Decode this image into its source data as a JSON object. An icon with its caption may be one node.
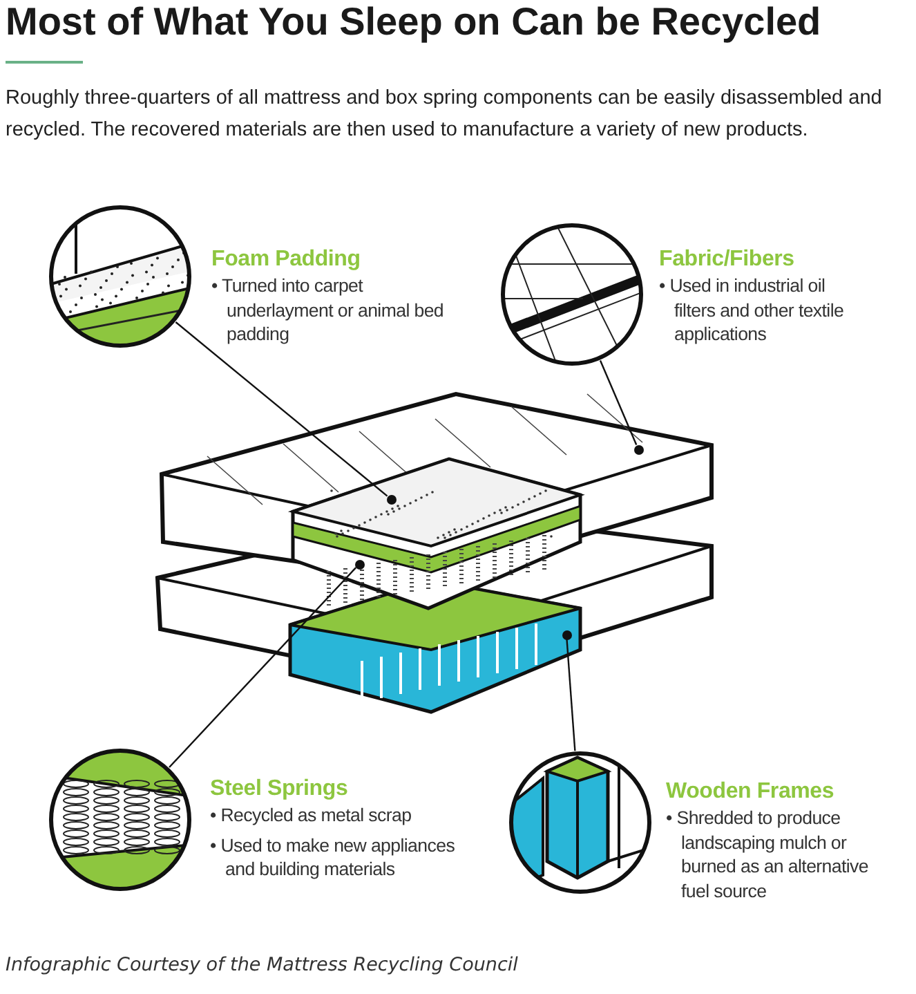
{
  "diagram": {
    "title": "Most of What You Sleep on Can be Recycled",
    "caption": "Infographic Courtesy of the Mattress Recycling Council",
    "nodes": [
      {
        "text": [
          "Foam Padding",
          "• Turned into carpet underlayment or animal bed padding"
        ]
      },
      {
        "text": [
          "Fabric/Fibers",
          "• Used in industrial oil filters and other textile applications"
        ]
      },
      {
        "text": [
          "Steel Springs",
          "• Recycled as metal scrap",
          "• Used to make new appliances and building materials"
        ]
      },
      {
        "text": [
          "Wooden Frames",
          "• Shredded to produce landscaping mulch or burned as an alternative fuel source"
        ]
      },
      {
        "text": [],
        "shape": "picture"
      },
      {
        "text": [],
        "shape": "picture"
      },
      {
        "text": [],
        "shape": "picture"
      },
      {
        "text": [],
        "shape": "picture"
      },
      {
        "text": [],
        "shape": "circle"
      },
      {
        "text": [],
        "shape": "circle"
      },
      {
        "text": [],
        "shape": "circle"
      },
      {
        "text": [],
        "shape": "circle"
      }
    ],
    "edges": [
      {
        "from": 4,
        "to": 8,
        "arrow": "none"
      },
      {
        "from": 5,
        "to": 9,
        "arrow": "none"
      },
      {
        "from": 6,
        "to": 10,
        "arrow": "none"
      },
      {
        "from": 7,
        "to": 11,
        "arrow": "none"
      }
    ],
    "labels": [
      "Roughly three-quarters of all mattress and box spring components can be easily disassembled and recycled. The recovered materials are then used to manufacture a variety of new products."
    ]
  }
}
